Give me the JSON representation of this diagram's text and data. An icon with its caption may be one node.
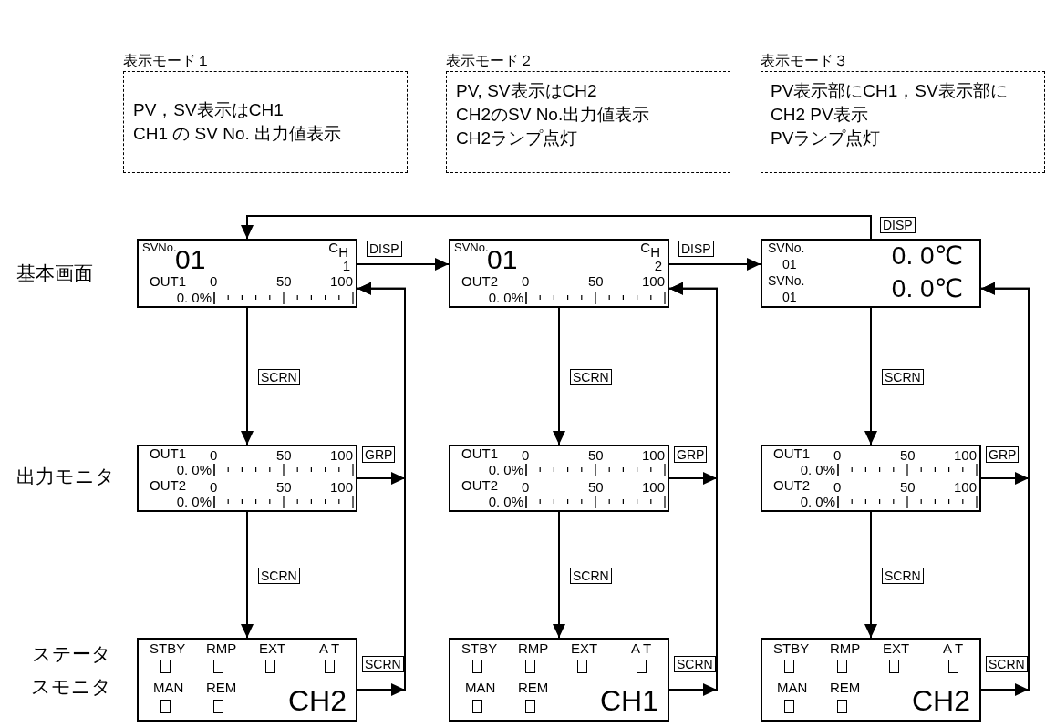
{
  "diagram": {
    "nodes": [
      {
        "text": [
          "表示モード１",
          "PV，SV表示はCH1",
          "CH1 の SV No. 出力値表示"
        ]
      },
      {
        "text": [
          "表示モード２",
          "PV, SV表示はCH2",
          "CH2のSV No.出力値表示",
          "CH2ランプ点灯"
        ]
      },
      {
        "text": [
          "表示モード３",
          "PV表示部にCH1，SV表示部にCH2 PV表示",
          "PVランプ点灯"
        ]
      },
      {
        "text": [
          "SVNo.",
          "01",
          "C$_{H}$",
          "1",
          "OUT1",
          "0",
          "50",
          "100",
          "0. 0%"
        ]
      },
      {
        "text": [
          "SVNo.",
          "01",
          "C$_{H}$",
          "2",
          "OUT2",
          "0",
          "50",
          "100",
          "0. 0%"
        ]
      },
      {
        "text": [
          "SVNo.",
          "01",
          "0. 0℃",
          "SVNo.",
          "01",
          "0. 0℃"
        ]
      },
      {
        "text": [
          "OUT1",
          "0",
          "50",
          "100",
          "0. 0%",
          "OUT2",
          "0",
          "50",
          "100",
          "0. 0%"
        ]
      },
      {
        "text": [
          "OUT1",
          "0",
          "50",
          "100",
          "0. 0%",
          "OUT2",
          "0",
          "50",
          "100",
          "0. 0%"
        ]
      },
      {
        "text": [
          "OUT1",
          "0",
          "50",
          "100",
          "0. 0%",
          "OUT2",
          "0",
          "50",
          "100",
          "0. 0%"
        ]
      },
      {
        "text": [
          "STBY",
          "RMP",
          "EXT",
          "A T",
          "MAN",
          "REM",
          "CH2"
        ]
      },
      {
        "text": [
          "STBY",
          "RMP",
          "EXT",
          "A T",
          "MAN",
          "REM",
          "CH1"
        ]
      },
      {
        "text": [
          "STBY",
          "RMP",
          "EXT",
          "A T",
          "MAN",
          "REM",
          "CH2"
        ]
      }
    ],
    "edges": [
      {
        "from": 3,
        "to": 4,
        "arrow": "to",
        "label": "DISP"
      },
      {
        "from": 4,
        "to": 5,
        "arrow": "to",
        "label": "DISP"
      },
      {
        "from": 5,
        "to": 3,
        "arrow": "to",
        "label": "DISP"
      },
      {
        "from": 3,
        "to": 6,
        "arrow": "to",
        "label": "SCRN"
      },
      {
        "from": 4,
        "to": 7,
        "arrow": "to",
        "label": "SCRN"
      },
      {
        "from": 5,
        "to": 8,
        "arrow": "to",
        "label": "SCRN"
      },
      {
        "from": 6,
        "to": 9,
        "arrow": "to",
        "label": "SCRN"
      },
      {
        "from": 7,
        "to": 10,
        "arrow": "to",
        "label": "SCRN"
      },
      {
        "from": 8,
        "to": 11,
        "arrow": "to",
        "label": "SCRN"
      },
      {
        "from": 6,
        "to": 3,
        "arrow": "to",
        "label": "GRP"
      },
      {
        "from": 9,
        "to": 3,
        "arrow": "to",
        "label": "SCRN"
      },
      {
        "from": 7,
        "to": 4,
        "arrow": "to",
        "label": "GRP"
      },
      {
        "from": 10,
        "to": 4,
        "arrow": "to",
        "label": "SCRN"
      },
      {
        "from": 8,
        "to": 5,
        "arrow": "to",
        "label": "GRP"
      },
      {
        "from": 11,
        "to": 5,
        "arrow": "to",
        "label": "SCRN"
      }
    ],
    "labels": [
      "基本画面",
      "出力モニタ",
      "ステータスモニタ"
    ]
  }
}
